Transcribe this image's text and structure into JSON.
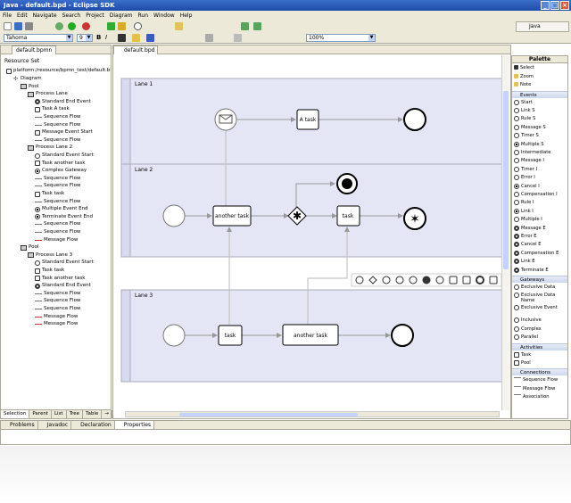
{
  "window": {
    "title": "Java - default.bpd - Eclipse SDK"
  },
  "menu": [
    "File",
    "Edit",
    "Navigate",
    "Search",
    "Project",
    "Diagram",
    "Run",
    "Window",
    "Help"
  ],
  "toolbar": {
    "font_name": "Tahoma",
    "font_size": "9",
    "zoom": "100%",
    "perspective": "Java"
  },
  "left_panel": {
    "tab": "default.bpmn",
    "header": "Resource Set",
    "root": "platform:/resource/bpmn_test/default.b",
    "tree": [
      {
        "label": "Diagram",
        "icon": "diagram",
        "depth": 1
      },
      {
        "label": "Pool",
        "icon": "pool",
        "depth": 2
      },
      {
        "label": "Process Lane",
        "icon": "pool",
        "depth": 3
      },
      {
        "label": "Standard End Event",
        "icon": "circle-thick",
        "depth": 4
      },
      {
        "label": "Task A task",
        "icon": "square",
        "depth": 4
      },
      {
        "label": "Sequence Flow",
        "icon": "arrow",
        "depth": 4
      },
      {
        "label": "Sequence Flow",
        "icon": "arrow",
        "depth": 4
      },
      {
        "label": "Message Event Start",
        "icon": "envelope",
        "depth": 4
      },
      {
        "label": "Sequence Flow",
        "icon": "arrow",
        "depth": 4
      },
      {
        "label": "Process Lane 2",
        "icon": "pool",
        "depth": 3
      },
      {
        "label": "Standard Event Start",
        "icon": "circle",
        "depth": 4
      },
      {
        "label": "Task another task",
        "icon": "square",
        "depth": 4
      },
      {
        "label": "Complex Gateway",
        "icon": "dot",
        "depth": 4
      },
      {
        "label": "Sequence Flow",
        "icon": "arrow",
        "depth": 4
      },
      {
        "label": "Sequence Flow",
        "icon": "arrow",
        "depth": 4
      },
      {
        "label": "Task task",
        "icon": "square",
        "depth": 4
      },
      {
        "label": "Sequence Flow",
        "icon": "arrow",
        "depth": 4
      },
      {
        "label": "Multiple Event End",
        "icon": "dot",
        "depth": 4
      },
      {
        "label": "Terminate Event End",
        "icon": "dot",
        "depth": 4
      },
      {
        "label": "Sequence Flow",
        "icon": "arrow",
        "depth": 4
      },
      {
        "label": "Sequence Flow",
        "icon": "arrow",
        "depth": 4
      },
      {
        "label": "Message Flow",
        "icon": "arrow-red",
        "depth": 4
      },
      {
        "label": "Pool",
        "icon": "pool",
        "depth": 2
      },
      {
        "label": "Process Lane 3",
        "icon": "pool",
        "depth": 3
      },
      {
        "label": "Standard Event Start",
        "icon": "circle",
        "depth": 4
      },
      {
        "label": "Task task",
        "icon": "square",
        "depth": 4
      },
      {
        "label": "Task another task",
        "icon": "square",
        "depth": 4
      },
      {
        "label": "Standard End Event",
        "icon": "circle-thick",
        "depth": 4
      },
      {
        "label": "Sequence Flow",
        "icon": "arrow",
        "depth": 4
      },
      {
        "label": "Sequence Flow",
        "icon": "arrow",
        "depth": 4
      },
      {
        "label": "Sequence Flow",
        "icon": "arrow",
        "depth": 4
      },
      {
        "label": "Message Flow",
        "icon": "arrow-red",
        "depth": 4
      },
      {
        "label": "Message Flow",
        "icon": "arrow-red",
        "depth": 4
      }
    ],
    "bottom_tabs": [
      "Selection",
      "Parent",
      "List",
      "Tree",
      "Table",
      "→"
    ]
  },
  "editor": {
    "tab": "default.bpd",
    "lanes": [
      "Lane 1",
      "Lane 2",
      "Lane 3"
    ],
    "tasks": {
      "a_task": "A task",
      "another_task_1": "another task",
      "task_2": "task",
      "task_3": "task",
      "another_task_3": "another task"
    }
  },
  "palette": {
    "title": "Palette",
    "tools": [
      "Select",
      "Zoom",
      "Note"
    ],
    "sections": [
      {
        "name": "Events",
        "items": [
          "Start",
          "Link S",
          "Rule S",
          "Message S",
          "Timer S",
          "Multiple S",
          "Intermediate",
          "Message I",
          "Timer I",
          "Error I",
          "Cancel I",
          "Compensation I",
          "Rule I",
          "Link I",
          "Multiple I",
          "Message E",
          "Error E",
          "Cancel E",
          "Compensation E",
          "Link E",
          "Terminate E"
        ]
      },
      {
        "name": "Gateways",
        "items": [
          "Exclusive Data",
          "Exclusive Data Name",
          "Exclusive Event",
          "Inclusive",
          "Complex",
          "Parallel"
        ]
      },
      {
        "name": "Activities",
        "items": [
          "Task",
          "Pool"
        ]
      },
      {
        "name": "Connections",
        "items": [
          "Sequence Flow",
          "Message Flow",
          "Association"
        ]
      }
    ]
  },
  "bottom_panel": {
    "tabs": [
      "Problems",
      "Javadoc",
      "Declaration",
      "Properties"
    ]
  },
  "colors": {
    "lane_fill": "#e4e6f6",
    "title_blue": "#2457b8",
    "chrome": "#ece9d8"
  }
}
